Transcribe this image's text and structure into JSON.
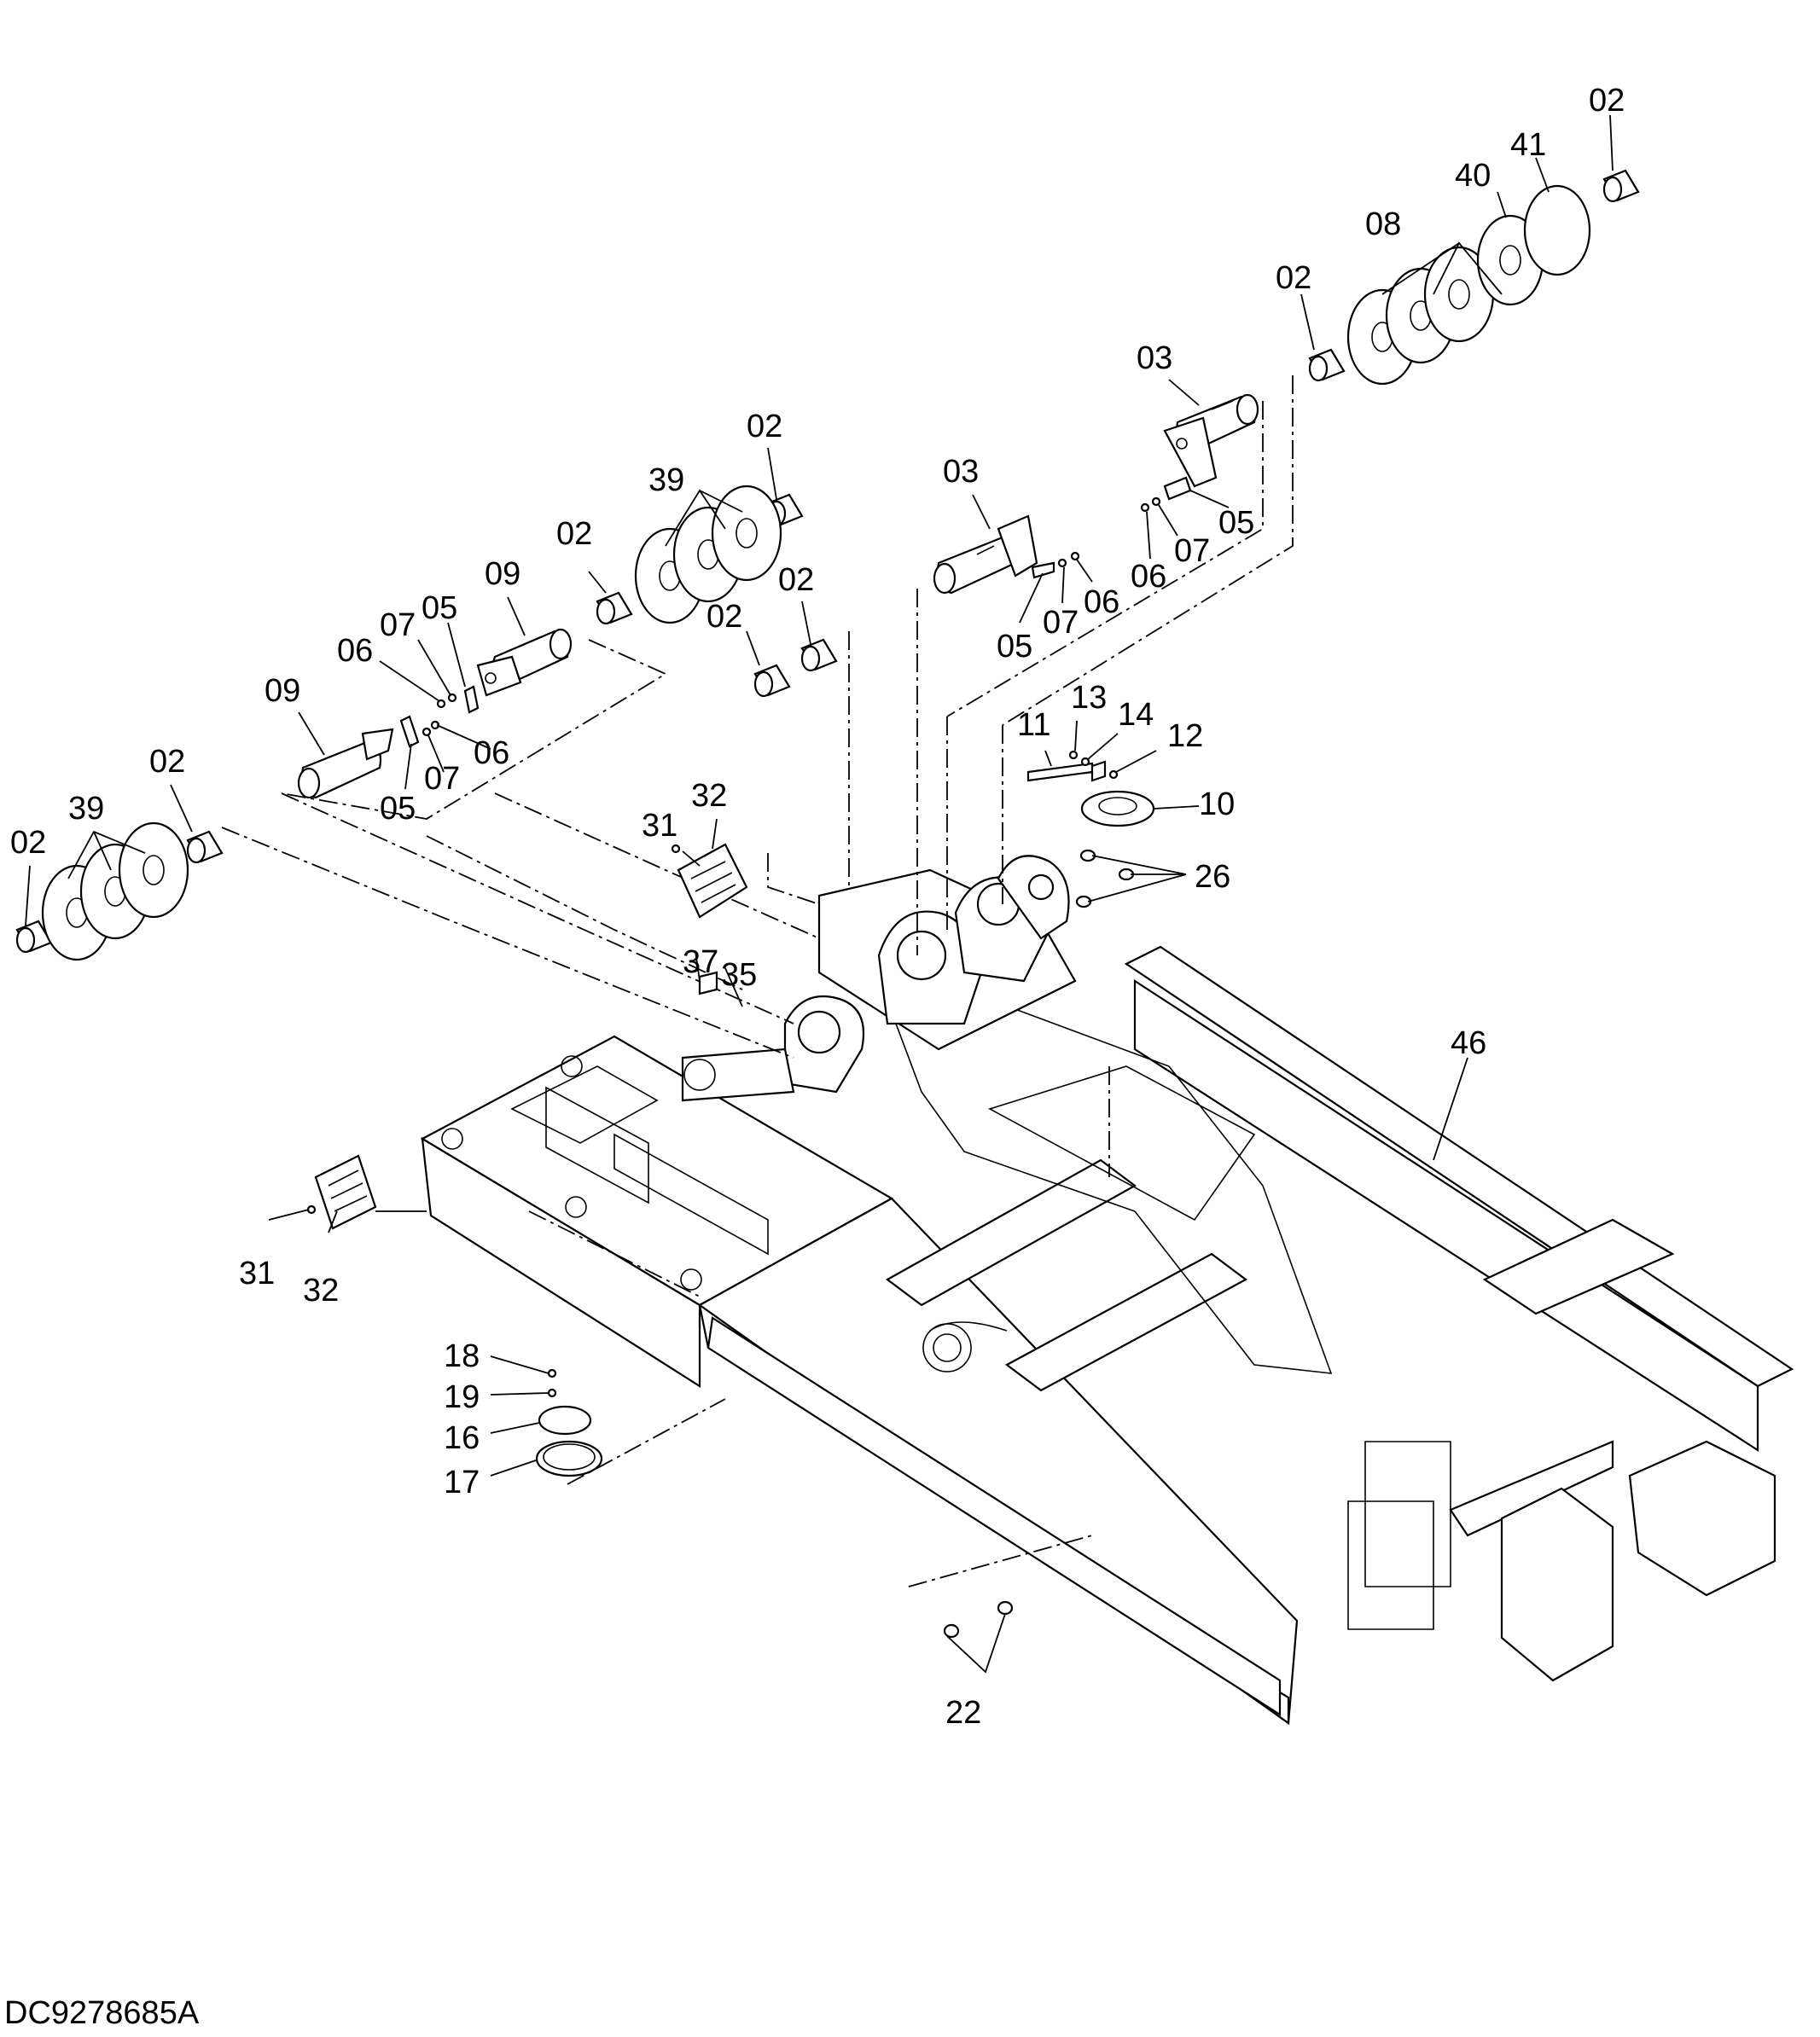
{
  "drawing_code": "DC9278685A",
  "callouts": [
    {
      "id": "c02a",
      "label": "02"
    },
    {
      "id": "c41",
      "label": "41"
    },
    {
      "id": "c40",
      "label": "40"
    },
    {
      "id": "c08",
      "label": "08"
    },
    {
      "id": "c02b",
      "label": "02"
    },
    {
      "id": "c03a",
      "label": "03"
    },
    {
      "id": "c05a",
      "label": "05"
    },
    {
      "id": "c07a",
      "label": "07"
    },
    {
      "id": "c06a",
      "label": "06"
    },
    {
      "id": "c03b",
      "label": "03"
    },
    {
      "id": "c05b",
      "label": "05"
    },
    {
      "id": "c07b",
      "label": "07"
    },
    {
      "id": "c06b",
      "label": "06"
    },
    {
      "id": "c02c",
      "label": "02"
    },
    {
      "id": "c39a",
      "label": "39"
    },
    {
      "id": "c02d",
      "label": "02"
    },
    {
      "id": "c02e",
      "label": "02"
    },
    {
      "id": "c02f",
      "label": "02"
    },
    {
      "id": "c09a",
      "label": "09"
    },
    {
      "id": "c05c",
      "label": "05"
    },
    {
      "id": "c07c",
      "label": "07"
    },
    {
      "id": "c06c",
      "label": "06"
    },
    {
      "id": "c09b",
      "label": "09"
    },
    {
      "id": "c06d",
      "label": "06"
    },
    {
      "id": "c07d",
      "label": "07"
    },
    {
      "id": "c05d",
      "label": "05"
    },
    {
      "id": "c02g",
      "label": "02"
    },
    {
      "id": "c39b",
      "label": "39"
    },
    {
      "id": "c02h",
      "label": "02"
    },
    {
      "id": "c11",
      "label": "11"
    },
    {
      "id": "c13",
      "label": "13"
    },
    {
      "id": "c14",
      "label": "14"
    },
    {
      "id": "c12",
      "label": "12"
    },
    {
      "id": "c10",
      "label": "10"
    },
    {
      "id": "c26",
      "label": "26"
    },
    {
      "id": "c31a",
      "label": "31"
    },
    {
      "id": "c32a",
      "label": "32"
    },
    {
      "id": "c37",
      "label": "37"
    },
    {
      "id": "c35",
      "label": "35"
    },
    {
      "id": "c46",
      "label": "46"
    },
    {
      "id": "c31b",
      "label": "31"
    },
    {
      "id": "c32b",
      "label": "32"
    },
    {
      "id": "c18",
      "label": "18"
    },
    {
      "id": "c19",
      "label": "19"
    },
    {
      "id": "c16",
      "label": "16"
    },
    {
      "id": "c17",
      "label": "17"
    },
    {
      "id": "c22",
      "label": "22"
    }
  ]
}
